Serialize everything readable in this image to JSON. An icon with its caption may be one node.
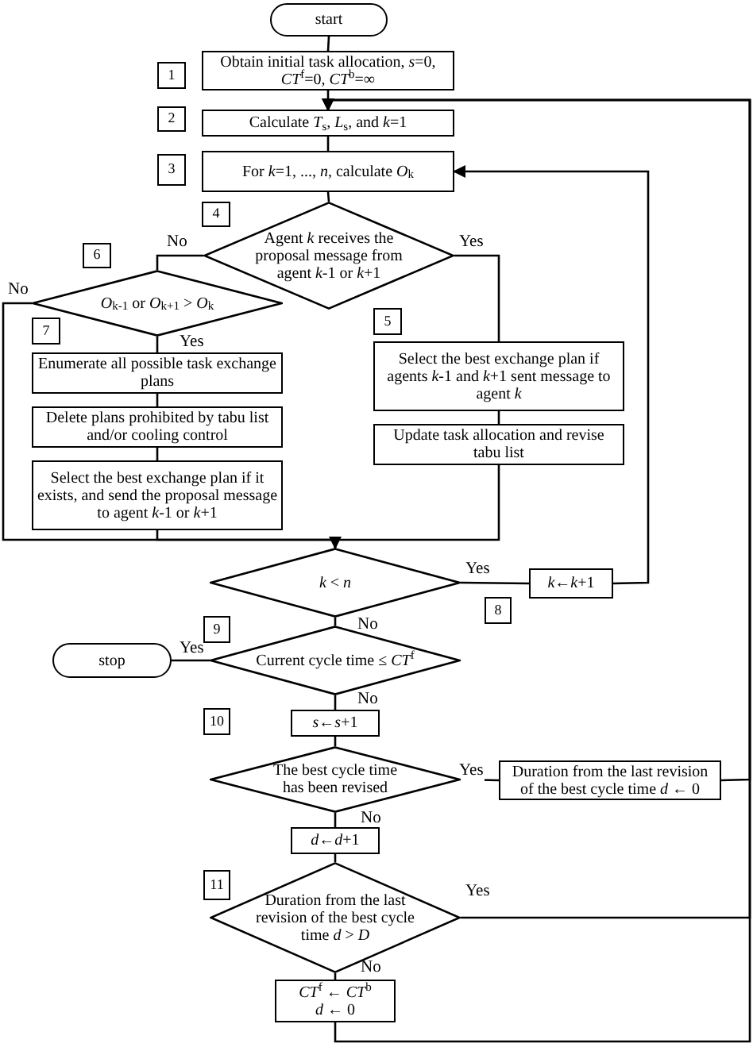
{
  "diagram": {
    "nodes": [
      {
        "text": [
          "start"
        ]
      },
      {
        "text": [
          "Obtain initial task allocation, *s*=0, *CT*$^{f}$=0, *CT*$^{b}$=∞"
        ]
      },
      {
        "text": [
          "Calculate *T*$_{s}$, *L*$_{s}$, and *k*=1"
        ]
      },
      {
        "text": [
          "For *k*=1, ..., *n*, calculate *O*$_{k}$"
        ]
      },
      {
        "text": [
          "Agent *k* receives the proposal message from agent *k*-1 or *k*+1"
        ]
      },
      {
        "text": [
          "*O*$_{k-1}$ or *O*$_{k+1}$ > *O*$_{k}$"
        ]
      },
      {
        "text": [
          "Enumerate all possible task exchange plans"
        ]
      },
      {
        "text": [
          "Delete plans prohibited by tabu list and/or cooling control"
        ]
      },
      {
        "text": [
          "Select the best exchange plan if it exists, and send the proposal message to agent *k*-1 or *k*+1"
        ]
      },
      {
        "text": [
          "Select the best exchange plan if agents *k*-1 and *k*+1 sent message to agent *k*"
        ]
      },
      {
        "text": [
          "Update task allocation and revise tabu list"
        ]
      },
      {
        "text": [
          "*k* < *n*"
        ]
      },
      {
        "text": [
          "*k*←*k*+1"
        ]
      },
      {
        "text": [
          "stop"
        ]
      },
      {
        "text": [
          "Current cycle time ≤ *CT*$^{f}$"
        ]
      },
      {
        "text": [
          "*s*←*s*+1"
        ]
      },
      {
        "text": [
          "The best cycle time has been revised"
        ]
      },
      {
        "text": [
          "Duration from the last revision of the best cycle time *d* ← 0"
        ]
      },
      {
        "text": [
          "*d*←*d*+1"
        ]
      },
      {
        "text": [
          "Duration from the last revision of the best cycle time *d* > *D*"
        ]
      },
      {
        "text": [
          "*CT*$^{f}$ ← *CT*$^{b}$",
          "*d* ← 0"
        ]
      },
      {
        "text": [
          "1"
        ]
      },
      {
        "text": [
          "2"
        ]
      },
      {
        "text": [
          "3"
        ]
      },
      {
        "text": [
          "4"
        ]
      },
      {
        "text": [
          "5"
        ]
      },
      {
        "text": [
          "6"
        ]
      },
      {
        "text": [
          "7"
        ]
      },
      {
        "text": [
          "8"
        ]
      },
      {
        "text": [
          "9"
        ]
      },
      {
        "text": [
          "10"
        ]
      },
      {
        "text": [
          "11"
        ]
      }
    ],
    "edges": [
      {
        "from": 0,
        "to": 1,
        "arrow": "none"
      },
      {
        "from": 1,
        "to": 2,
        "arrow": "none"
      },
      {
        "from": 2,
        "to": 3,
        "arrow": "none"
      },
      {
        "from": 3,
        "to": 4,
        "arrow": "none"
      },
      {
        "from": 4,
        "to": 5,
        "arrow": "none",
        "label": "No"
      },
      {
        "from": 4,
        "to": 9,
        "arrow": "none",
        "label": "Yes"
      },
      {
        "from": 5,
        "to": 6,
        "arrow": "none",
        "label": "Yes"
      },
      {
        "from": 6,
        "to": 7,
        "arrow": "none"
      },
      {
        "from": 7,
        "to": 8,
        "arrow": "none"
      },
      {
        "from": 5,
        "to": 11,
        "arrow": "to",
        "label": "No"
      },
      {
        "from": 8,
        "to": 11,
        "arrow": "none"
      },
      {
        "from": 10,
        "to": 11,
        "arrow": "none"
      },
      {
        "from": 9,
        "to": 10,
        "arrow": "none"
      },
      {
        "from": 11,
        "to": 12,
        "arrow": "none",
        "label": "Yes"
      },
      {
        "from": 12,
        "to": 3,
        "arrow": "to"
      },
      {
        "from": 11,
        "to": 14,
        "arrow": "none",
        "label": "No"
      },
      {
        "from": 14,
        "to": 13,
        "arrow": "none",
        "label": "Yes"
      },
      {
        "from": 14,
        "to": 15,
        "arrow": "none",
        "label": "No"
      },
      {
        "from": 15,
        "to": 16,
        "arrow": "none"
      },
      {
        "from": 16,
        "to": 17,
        "arrow": "none",
        "label": "Yes"
      },
      {
        "from": 16,
        "to": 18,
        "arrow": "none",
        "label": "No"
      },
      {
        "from": 18,
        "to": 19,
        "arrow": "none"
      },
      {
        "from": 19,
        "to": 2,
        "arrow": "to",
        "label": "Yes"
      },
      {
        "from": 17,
        "to": 2,
        "arrow": "to"
      },
      {
        "from": 19,
        "to": 20,
        "arrow": "none",
        "label": "No"
      },
      {
        "from": 20,
        "to": 2,
        "arrow": "to"
      }
    ]
  }
}
